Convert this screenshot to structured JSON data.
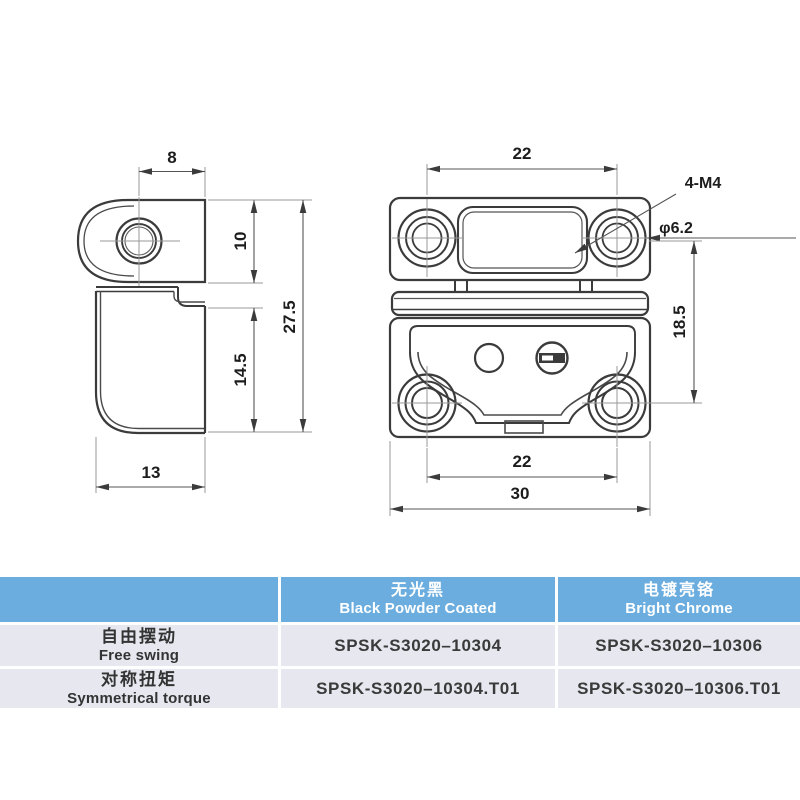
{
  "diagram": {
    "side_view": {
      "dim_pin_offset": "8",
      "dim_upper_height": "10",
      "dim_total_height": "27.5",
      "dim_lower_height": "14.5",
      "dim_bottom_width": "13"
    },
    "front_view": {
      "dim_hole_pitch_top": "22",
      "label_thread": "4-M4",
      "label_hole_dia": "φ6.2",
      "dim_hole_pitch_vertical": "18.5",
      "dim_hole_pitch_bottom": "22",
      "dim_total_width": "30"
    }
  },
  "spec_table": {
    "columns": [
      {
        "zh": "无光黑",
        "en": "Black Powder Coated"
      },
      {
        "zh": "电镀亮铬",
        "en": "Bright Chrome"
      }
    ],
    "rows": [
      {
        "label_zh": "自由摆动",
        "label_en": "Free swing",
        "black_powder_coated": "SPSK-S3020–10304",
        "bright_chrome": "SPSK-S3020–10306"
      },
      {
        "label_zh": "对称扭矩",
        "label_en": "Symmetrical torque",
        "black_powder_coated": "SPSK-S3020–10304.T01",
        "bright_chrome": "SPSK-S3020–10306.T01"
      }
    ],
    "colors": {
      "header_bg": "#6badde",
      "header_text": "#ffffff",
      "cell_bg": "#e6e7ef",
      "cell_text": "#333333",
      "grid": "#ffffff"
    }
  }
}
